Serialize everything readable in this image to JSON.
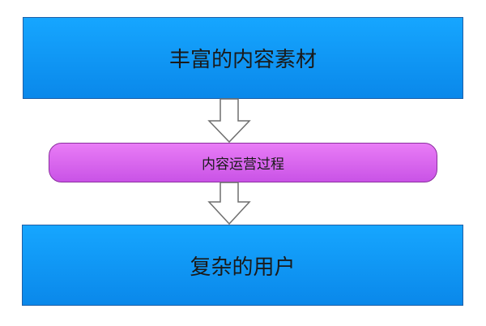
{
  "diagram": {
    "top_box": {
      "label": "丰富的内容素材"
    },
    "middle_process": {
      "label": "内容运营过程"
    },
    "bottom_box": {
      "label": "复杂的用户"
    },
    "colors": {
      "box_blue": "#0a88ea",
      "box_border": "#1d5fa8",
      "process_purple": "#c953e6",
      "process_border": "#8b2f9f",
      "arrow_fill": "#ffffff",
      "arrow_stroke": "#6f6f6f"
    }
  }
}
